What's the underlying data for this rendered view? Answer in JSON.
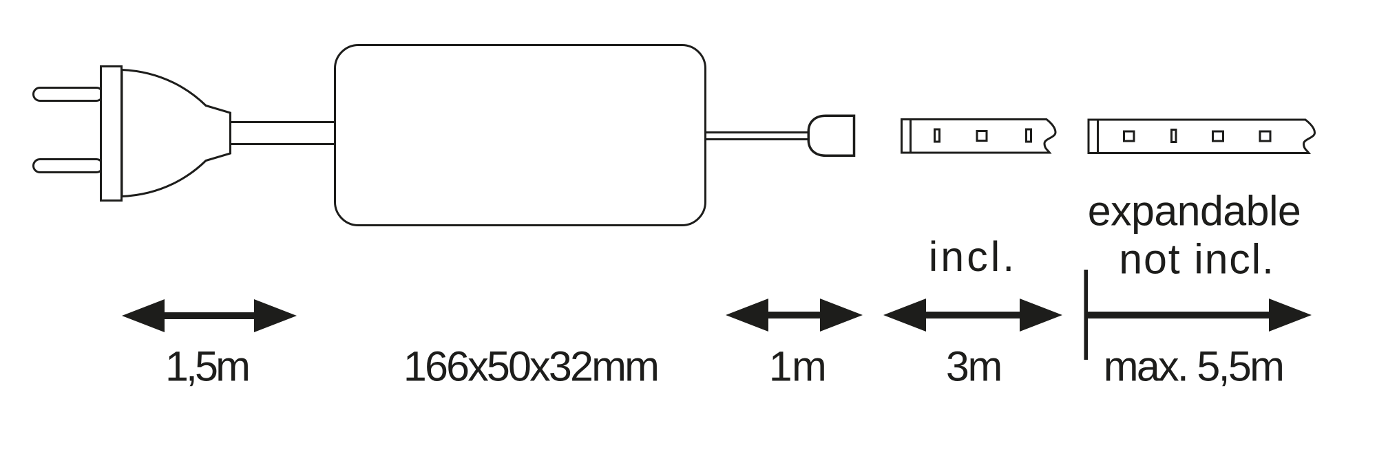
{
  "diagram": {
    "title": "LED strip set dimension diagram",
    "ink_color": "#1d1d1b",
    "background_color": "#ffffff",
    "labels": {
      "plug_cable_length": "1,5m",
      "driver_dimensions": "166x50x32mm",
      "output_cable_length": "1m",
      "included_strip_length": "3m",
      "max_expandable_length": "max. 5,5m",
      "included_note": "incl.",
      "expandable_note_line1": "expandable",
      "expandable_note_line2": "not incl."
    }
  }
}
